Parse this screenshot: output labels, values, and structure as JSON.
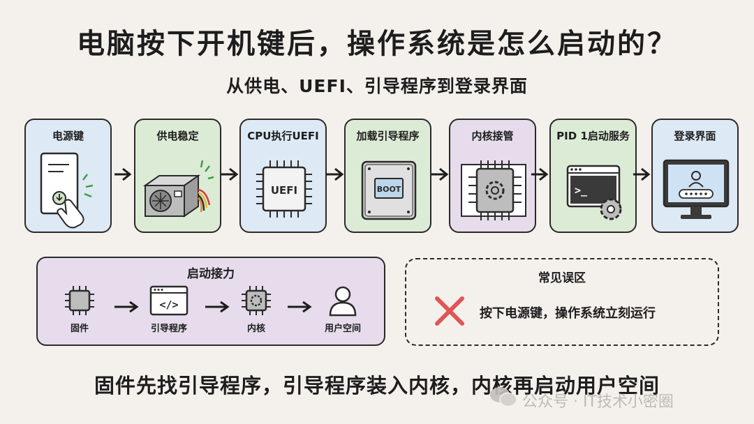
{
  "title": "电脑按下开机键后，操作系统是怎么启动的？",
  "subtitle": "从供电、UEFI、引导程序到登录界面",
  "steps": [
    {
      "label": "电源键",
      "color": "#dde9f4",
      "icon": "power-button-icon"
    },
    {
      "label": "供电稳定",
      "color": "#dcebd6",
      "icon": "power-supply-icon"
    },
    {
      "label": "CPU执行UEFI",
      "color": "#dde9f4",
      "icon": "uefi-chip-icon",
      "chip_text": "UEFI"
    },
    {
      "label": "加载引导程序",
      "color": "#dcebd6",
      "icon": "boot-drive-icon",
      "chip_text": "BOOT"
    },
    {
      "label": "内核接管",
      "color": "#e6dcec",
      "icon": "kernel-chip-icon"
    },
    {
      "label": "PID 1启动服务",
      "color": "#dcebd6",
      "icon": "terminal-gear-icon",
      "chip_text": ">_"
    },
    {
      "label": "登录界面",
      "color": "#dde9f4",
      "icon": "login-monitor-icon"
    }
  ],
  "relay": {
    "title": "启动接力",
    "items": [
      {
        "label": "固件",
        "icon": "firmware-chip-icon"
      },
      {
        "label": "引导程序",
        "icon": "code-window-icon",
        "glyph": "</>"
      },
      {
        "label": "内核",
        "icon": "kernel-chip-icon"
      },
      {
        "label": "用户空间",
        "icon": "user-icon"
      }
    ]
  },
  "mistake": {
    "title": "常见误区",
    "text": "按下电源键，操作系统立刻运行",
    "icon": "red-cross-icon"
  },
  "summary": "固件先找引导程序，引导程序装入内核，内核再启动用户空间",
  "watermark": "公众号 · IT技术小密圈"
}
